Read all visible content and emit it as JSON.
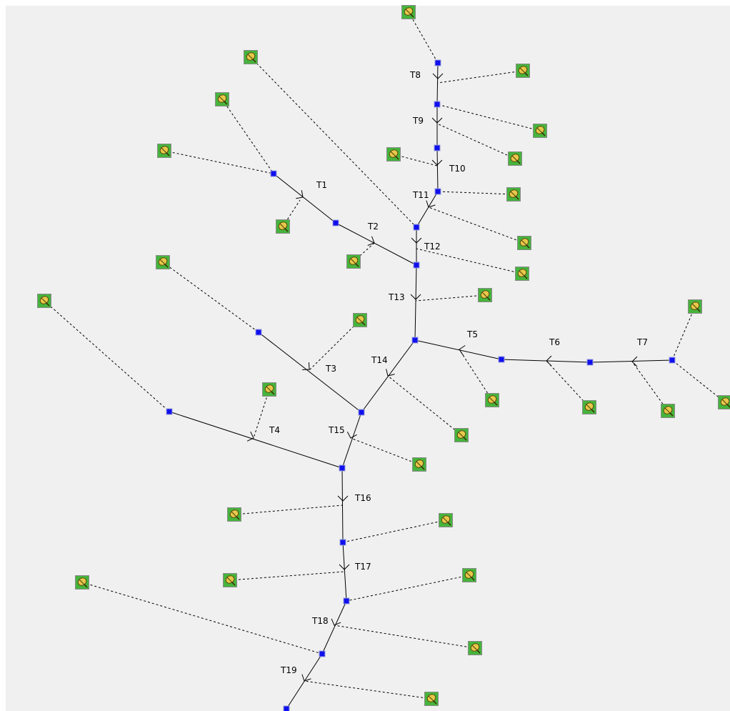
{
  "diagram": {
    "background": "#f0f0f0",
    "node_color": "#1010ee",
    "icon_name": "leaf-icon",
    "icon_colors": {
      "bg": "#46b43c",
      "leaf": "#e8c84a"
    },
    "edge_labels": [
      "T1",
      "T2",
      "T3",
      "T4",
      "T5",
      "T6",
      "T7",
      "T8",
      "T9",
      "T10",
      "T11",
      "T12",
      "T13",
      "T14",
      "T15",
      "T16",
      "T17",
      "T18",
      "T19"
    ]
  }
}
